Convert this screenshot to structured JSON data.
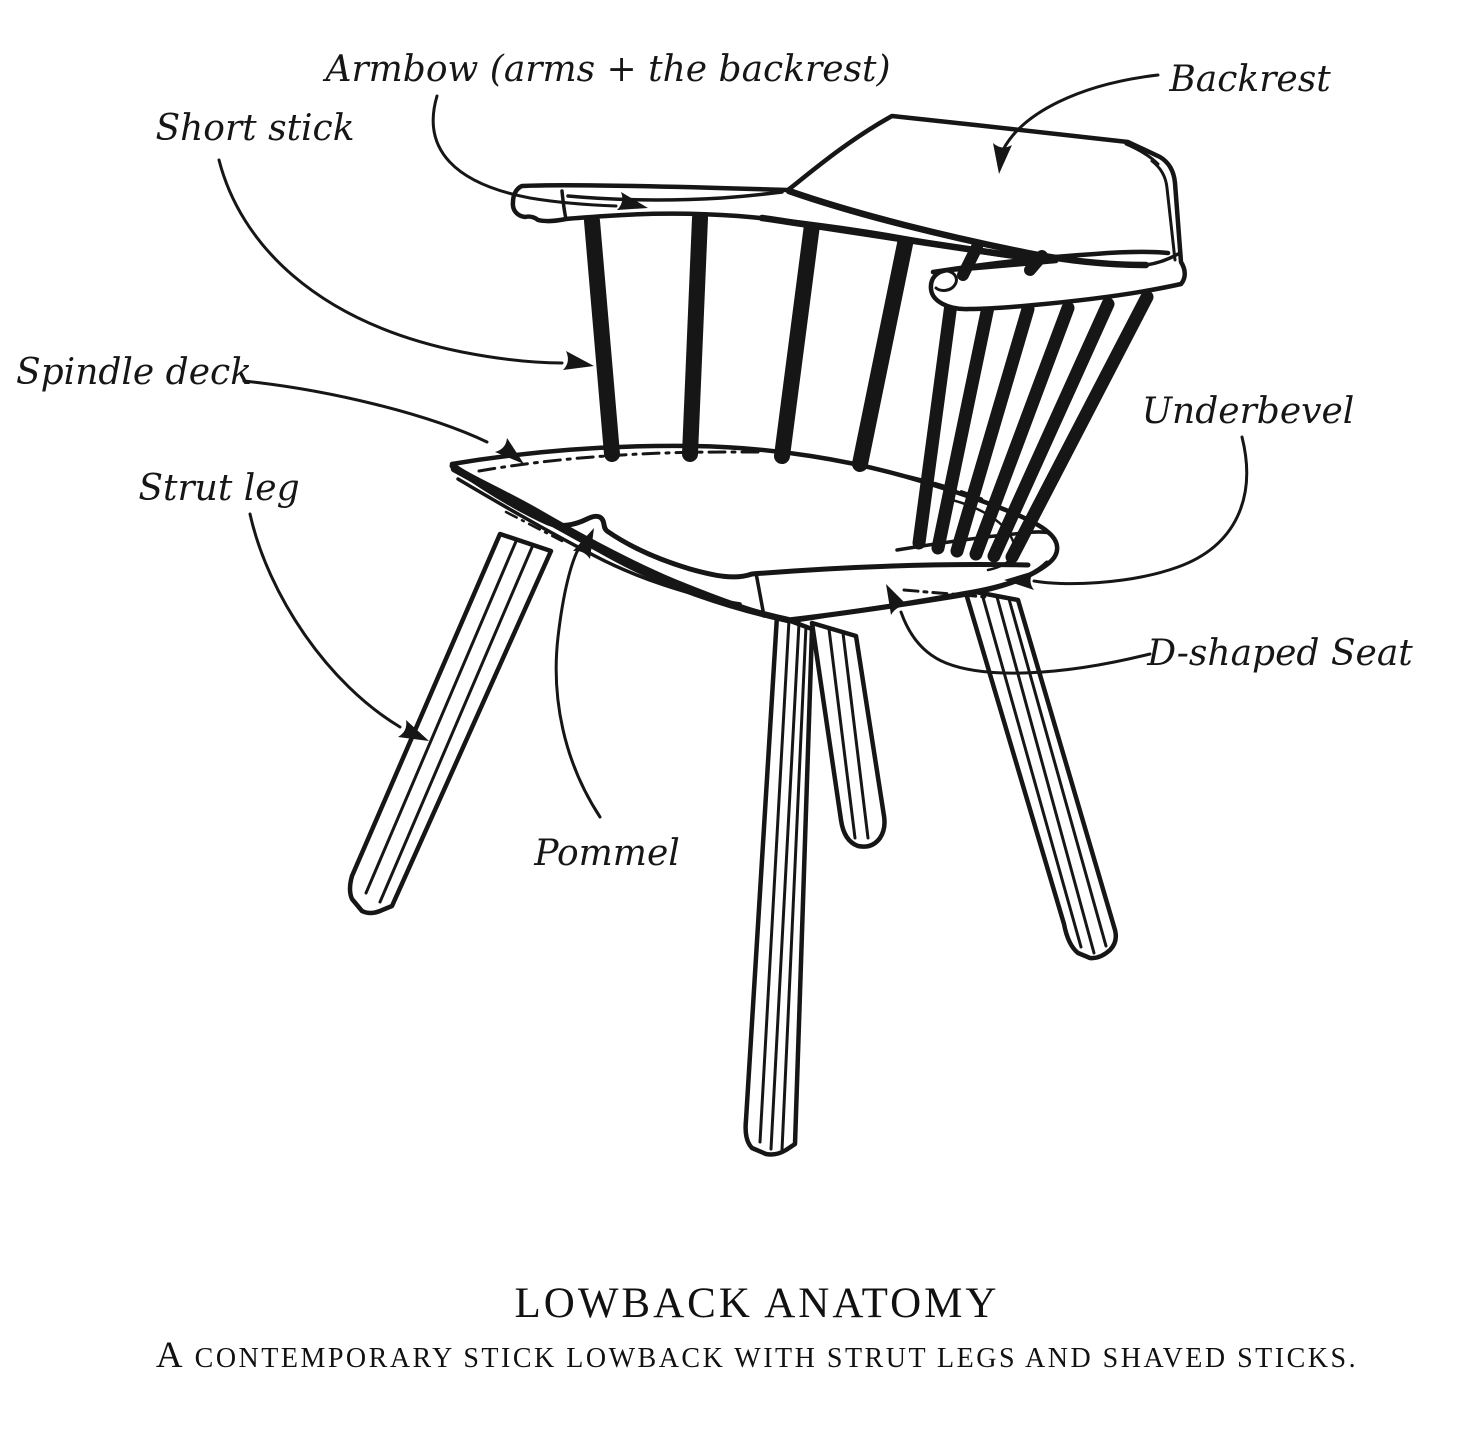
{
  "page": {
    "background": "#ffffff",
    "ink_color": "#161616"
  },
  "figure": {
    "type": "labeled-illustration",
    "subject": "stick lowback chair anatomy",
    "labels": {
      "armbow": "Armbow (arms + the backrest)",
      "short_stick": "Short stick",
      "backrest": "Backrest",
      "spindle_deck": "Spindle deck",
      "strut_leg": "Strut leg",
      "underbevel": "Underbevel",
      "d_shaped_seat": "D-shaped Seat",
      "pommel": "Pommel"
    },
    "caption": {
      "title": "LOWBACK ANATOMY",
      "subtitle_initial": "A",
      "subtitle_rest": " CONTEMPORARY STICK LOWBACK WITH STRUT LEGS AND SHAVED STICKS."
    }
  }
}
